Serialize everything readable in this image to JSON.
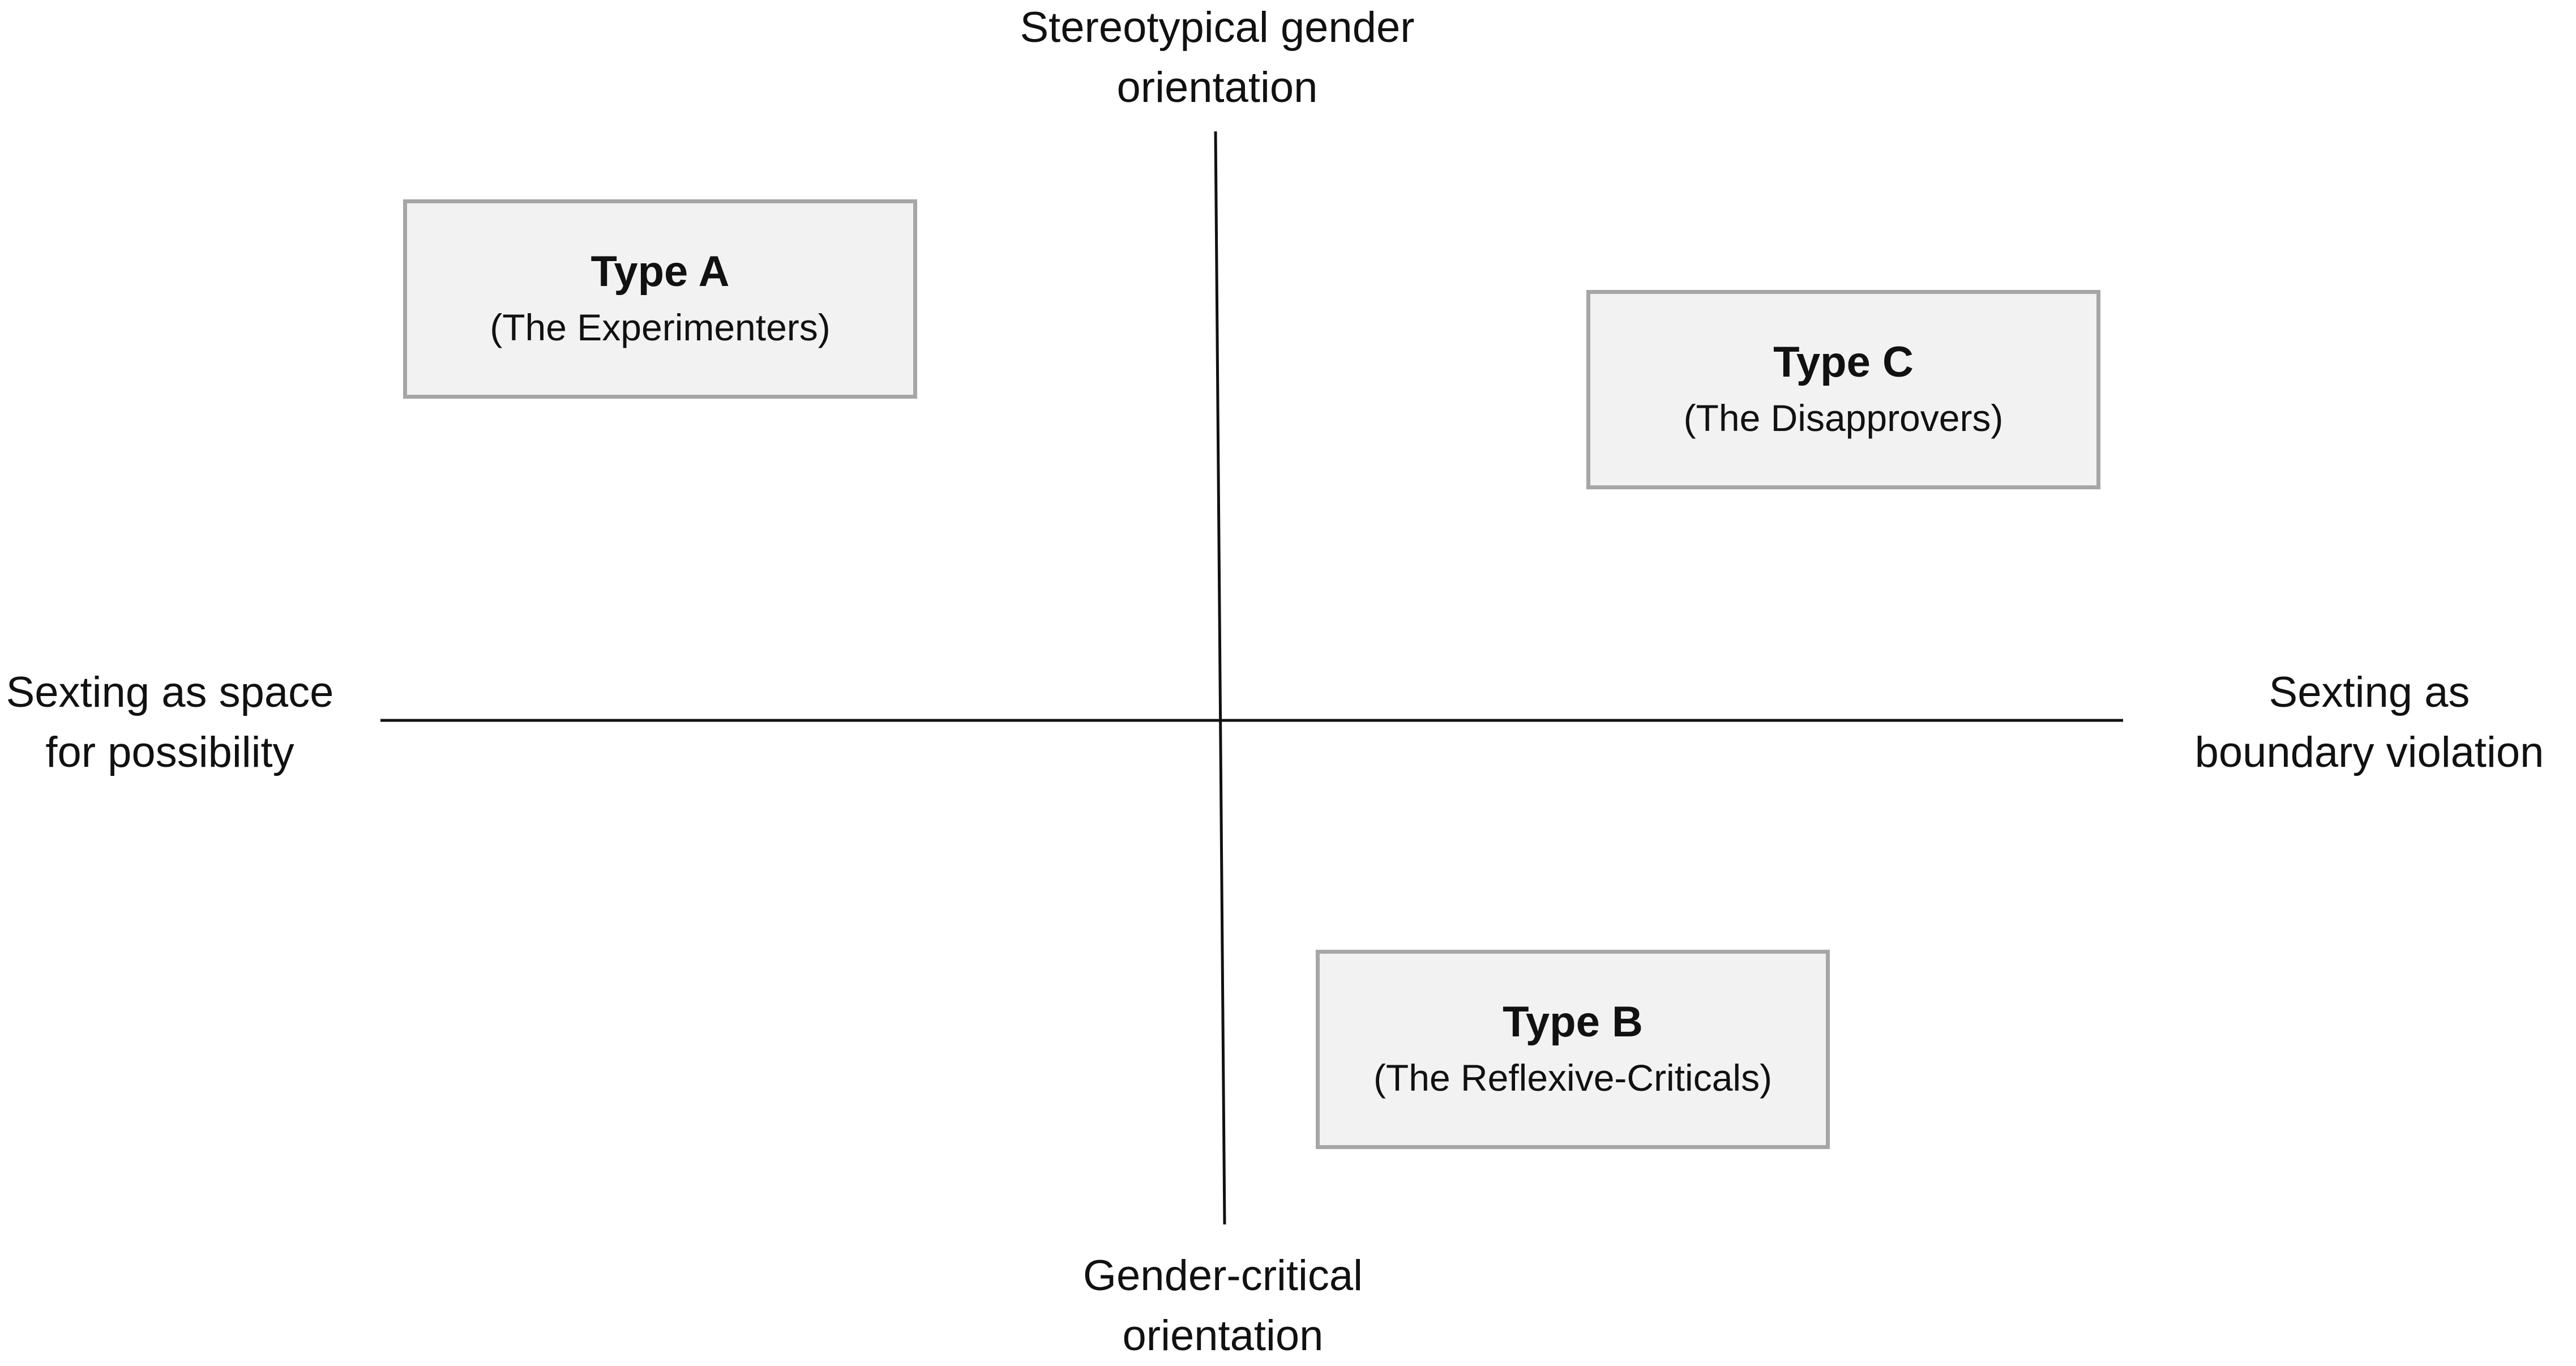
{
  "axes": {
    "top": {
      "line1": "Stereotypical gender",
      "line2": "orientation"
    },
    "bottom": {
      "line1": "Gender-critical",
      "line2": "orientation"
    },
    "left": {
      "line1": "Sexting as space",
      "line2": "for possibility"
    },
    "right": {
      "line1": "Sexting as",
      "line2": "boundary violation"
    }
  },
  "types": {
    "a": {
      "title": "Type A",
      "subtitle": "(The Experimenters)"
    },
    "b": {
      "title": "Type B",
      "subtitle": "(The Reflexive-Criticals)"
    },
    "c": {
      "title": "Type C",
      "subtitle": "(The Disapprovers)"
    }
  },
  "colors": {
    "box_fill": "#f2f2f2",
    "box_border": "#a6a6a6",
    "axis_line": "#111111"
  }
}
